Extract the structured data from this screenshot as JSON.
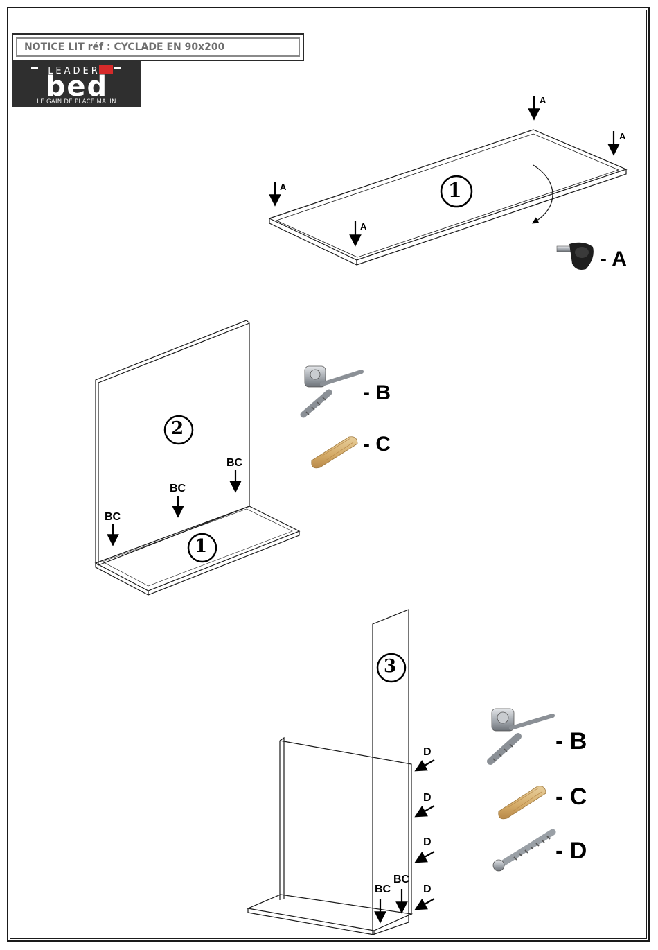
{
  "header": {
    "title": "NOTICE LIT réf :  CYCLADE EN 90x200",
    "logo": {
      "brand_word": "LEADER",
      "brand_mark": "bed",
      "tagline": "LE GAIN DE PLACE MALIN"
    }
  },
  "steps": [
    {
      "panel_number": "1",
      "arrow_letter": "A",
      "parts": [
        {
          "label": "- A",
          "icon": "leveling-foot-icon"
        }
      ]
    },
    {
      "panel_numbers": [
        "2",
        "1"
      ],
      "arrow_letter": "BC",
      "parts": [
        {
          "label": "- B",
          "icon": "cam-lock-bolt-icon"
        },
        {
          "label": "- C",
          "icon": "wooden-dowel-icon"
        }
      ]
    },
    {
      "panel_number": "3",
      "arrow_letters": [
        "D",
        "BC"
      ],
      "parts": [
        {
          "label": "- B",
          "icon": "cam-lock-bolt-icon"
        },
        {
          "label": "- C",
          "icon": "wooden-dowel-icon"
        },
        {
          "label": "- D",
          "icon": "screw-icon"
        }
      ]
    }
  ],
  "colors": {
    "line": "#1a1a1a",
    "dowel": "#d9b87a",
    "metal": "#a8adb3",
    "logo_bg": "#2f2f2f",
    "logo_accent": "#d62a2a"
  }
}
